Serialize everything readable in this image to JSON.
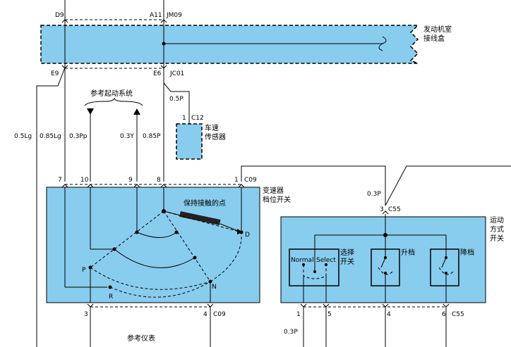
{
  "top": {
    "connector_left": "D9",
    "connector_right": "A11",
    "connector_right_id": "JM09",
    "engine_box_label_1": "发动机室",
    "engine_box_label_2": "接线盒"
  },
  "upper_connectors": {
    "left_pin": "E9",
    "right_pin": "E6",
    "right_id": "JC01"
  },
  "starting_system_note": "参考起动系统",
  "wires": {
    "w1": "0.5Lg",
    "w2": "0.85Lg",
    "w3": "0.3Pp",
    "w4": "0.3Y",
    "w5": "0.85P",
    "w6": "0.5P",
    "w7": "0.3P",
    "w8": "0.3P"
  },
  "speed_sensor": {
    "pin": "1",
    "connector": "C12",
    "label_1": "车速",
    "label_2": "传感器"
  },
  "inhibitor_switch": {
    "title_1": "变速器",
    "title_2": "档位开关",
    "connector_top": "C09",
    "connector_bottom": "C09",
    "pins_top": [
      "7",
      "10",
      "9",
      "8",
      "1"
    ],
    "pins_bottom": [
      "3",
      "4"
    ],
    "holding_contact": "保持接触的点",
    "positions": [
      "P",
      "R",
      "N",
      "D"
    ]
  },
  "sport_mode": {
    "title_1": "运动",
    "title_2": "方式",
    "title_3": "开关",
    "connector_top": "C55",
    "pin_top": "3",
    "connector_bottom": "C55",
    "pins_bottom": [
      "1",
      "5",
      "4",
      "6"
    ],
    "select_switch_label_1": "选择",
    "select_switch_label_2": "开关",
    "normal_label": "Normal",
    "select_label": "Select",
    "upshift_label": "升档",
    "downshift_label": "降档"
  },
  "bottom_note": "参考仪表"
}
